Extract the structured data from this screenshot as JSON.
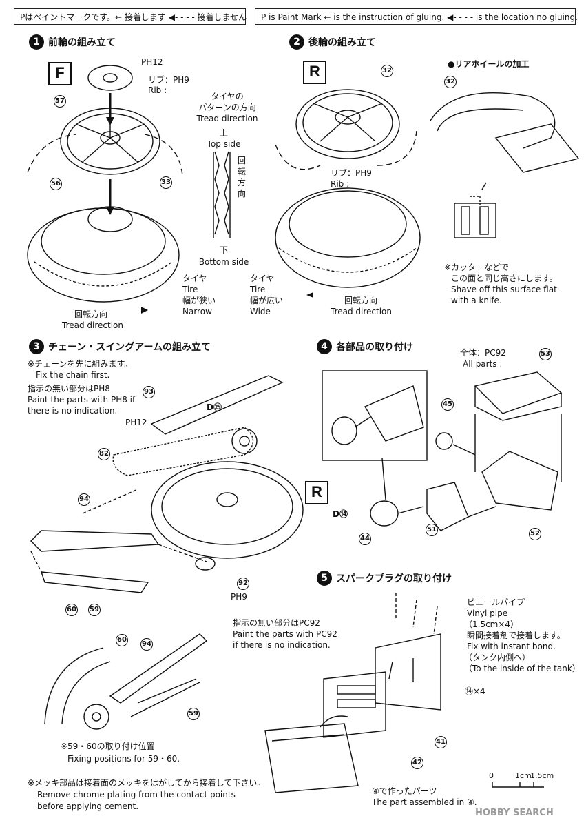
{
  "legend": {
    "jp": "Pはペイントマークです。← 接着します ◀- - - - 接着しません",
    "en": "P is Paint Mark ← is the instruction of gluing. ◀- - - - is the location no gluing."
  },
  "step1": {
    "num": "1",
    "title": "前輪の組み立て",
    "letter": "F",
    "paint_top": "PH12",
    "rib_jp": "リブ：PH9",
    "rib_en": "Rib :",
    "tread_jp1": "タイヤの",
    "tread_jp2": "パターンの方向",
    "tread_en": "Tread direction",
    "top_jp": "上",
    "top_en": "Top side",
    "rot_jp": "回転方向",
    "bottom_jp": "下",
    "bottom_en": "Bottom side",
    "tire_jp": "タイヤ",
    "tire_en": "Tire",
    "narrow_jp": "幅が狭い",
    "narrow_en": "Narrow",
    "rot2_jp": "回転方向",
    "rot2_en": "Tread direction",
    "parts": [
      "57",
      "33",
      "56"
    ]
  },
  "step2": {
    "num": "2",
    "title": "後輪の組み立て",
    "letter": "R",
    "rear_title": "●リアホイールの加工",
    "rib_jp": "リブ：PH9",
    "rib_en": "Rib :",
    "tire_jp": "タイヤ",
    "tire_en": "Tire",
    "wide_jp": "幅が広い",
    "wide_en": "Wide",
    "rot_jp": "回転方向",
    "rot_en": "Tread direction",
    "cut_jp1": "※カッターなどで",
    "cut_jp2": "この面と同じ高さにします。",
    "cut_en1": "Shave off this surface flat",
    "cut_en2": "with a knife.",
    "parts": [
      "32",
      "32"
    ]
  },
  "step3": {
    "num": "3",
    "title": "チェーン・スイングアームの組み立て",
    "note1_jp": "※チェーンを先に組みます。",
    "note1_en": "Fix the chain first.",
    "note2_jp": "指示の無い部分はPH8",
    "note2_en1": "Paint the parts with PH8 if",
    "note2_en2": "there is no indication.",
    "paint_d": "D㉕",
    "paint_ph12": "PH12",
    "letter": "R",
    "ph9": "PH9",
    "fix_jp": "※59・60の取り付け位置",
    "fix_en": "Fixing positions for 59・60.",
    "chrome_jp": "※メッキ部品は接着面のメッキをはがしてから接着して下さい。",
    "chrome_en1": "Remove chrome plating from the contact points",
    "chrome_en2": "before applying cement.",
    "parts": [
      "93",
      "82",
      "94",
      "92",
      "60",
      "59",
      "60",
      "94",
      "59"
    ]
  },
  "step4": {
    "num": "4",
    "title": "各部品の取り付け",
    "all_jp": "全体：PC92",
    "all_en": "All parts :",
    "d14": "D⑭",
    "note_jp": "指示の無い部分はPC92",
    "note_en1": "Paint the parts with PC92",
    "note_en2": "if there is no indication.",
    "parts": [
      "53",
      "45",
      "44",
      "51",
      "52"
    ]
  },
  "step5": {
    "num": "5",
    "title": "スパークプラグの取り付け",
    "vinyl_jp": "ビニールパイプ",
    "vinyl_en": "Vinyl pipe",
    "vinyl_size": "（1.5cm×4）",
    "bond_jp": "瞬間接着剤で接着します。",
    "bond_en": "Fix with instant bond.",
    "tank_jp": "（タンク内側へ）",
    "tank_en": "（To the inside of the tank）",
    "x4": "⑭×4",
    "made_jp": "④で作ったパーツ",
    "made_en": "The part assembled in ④.",
    "parts": [
      "41",
      "42"
    ]
  },
  "scale": {
    "zero": "0",
    "one": "1cm",
    "onefive": "1.5cm"
  },
  "watermark": "HOBBY SEARCH"
}
